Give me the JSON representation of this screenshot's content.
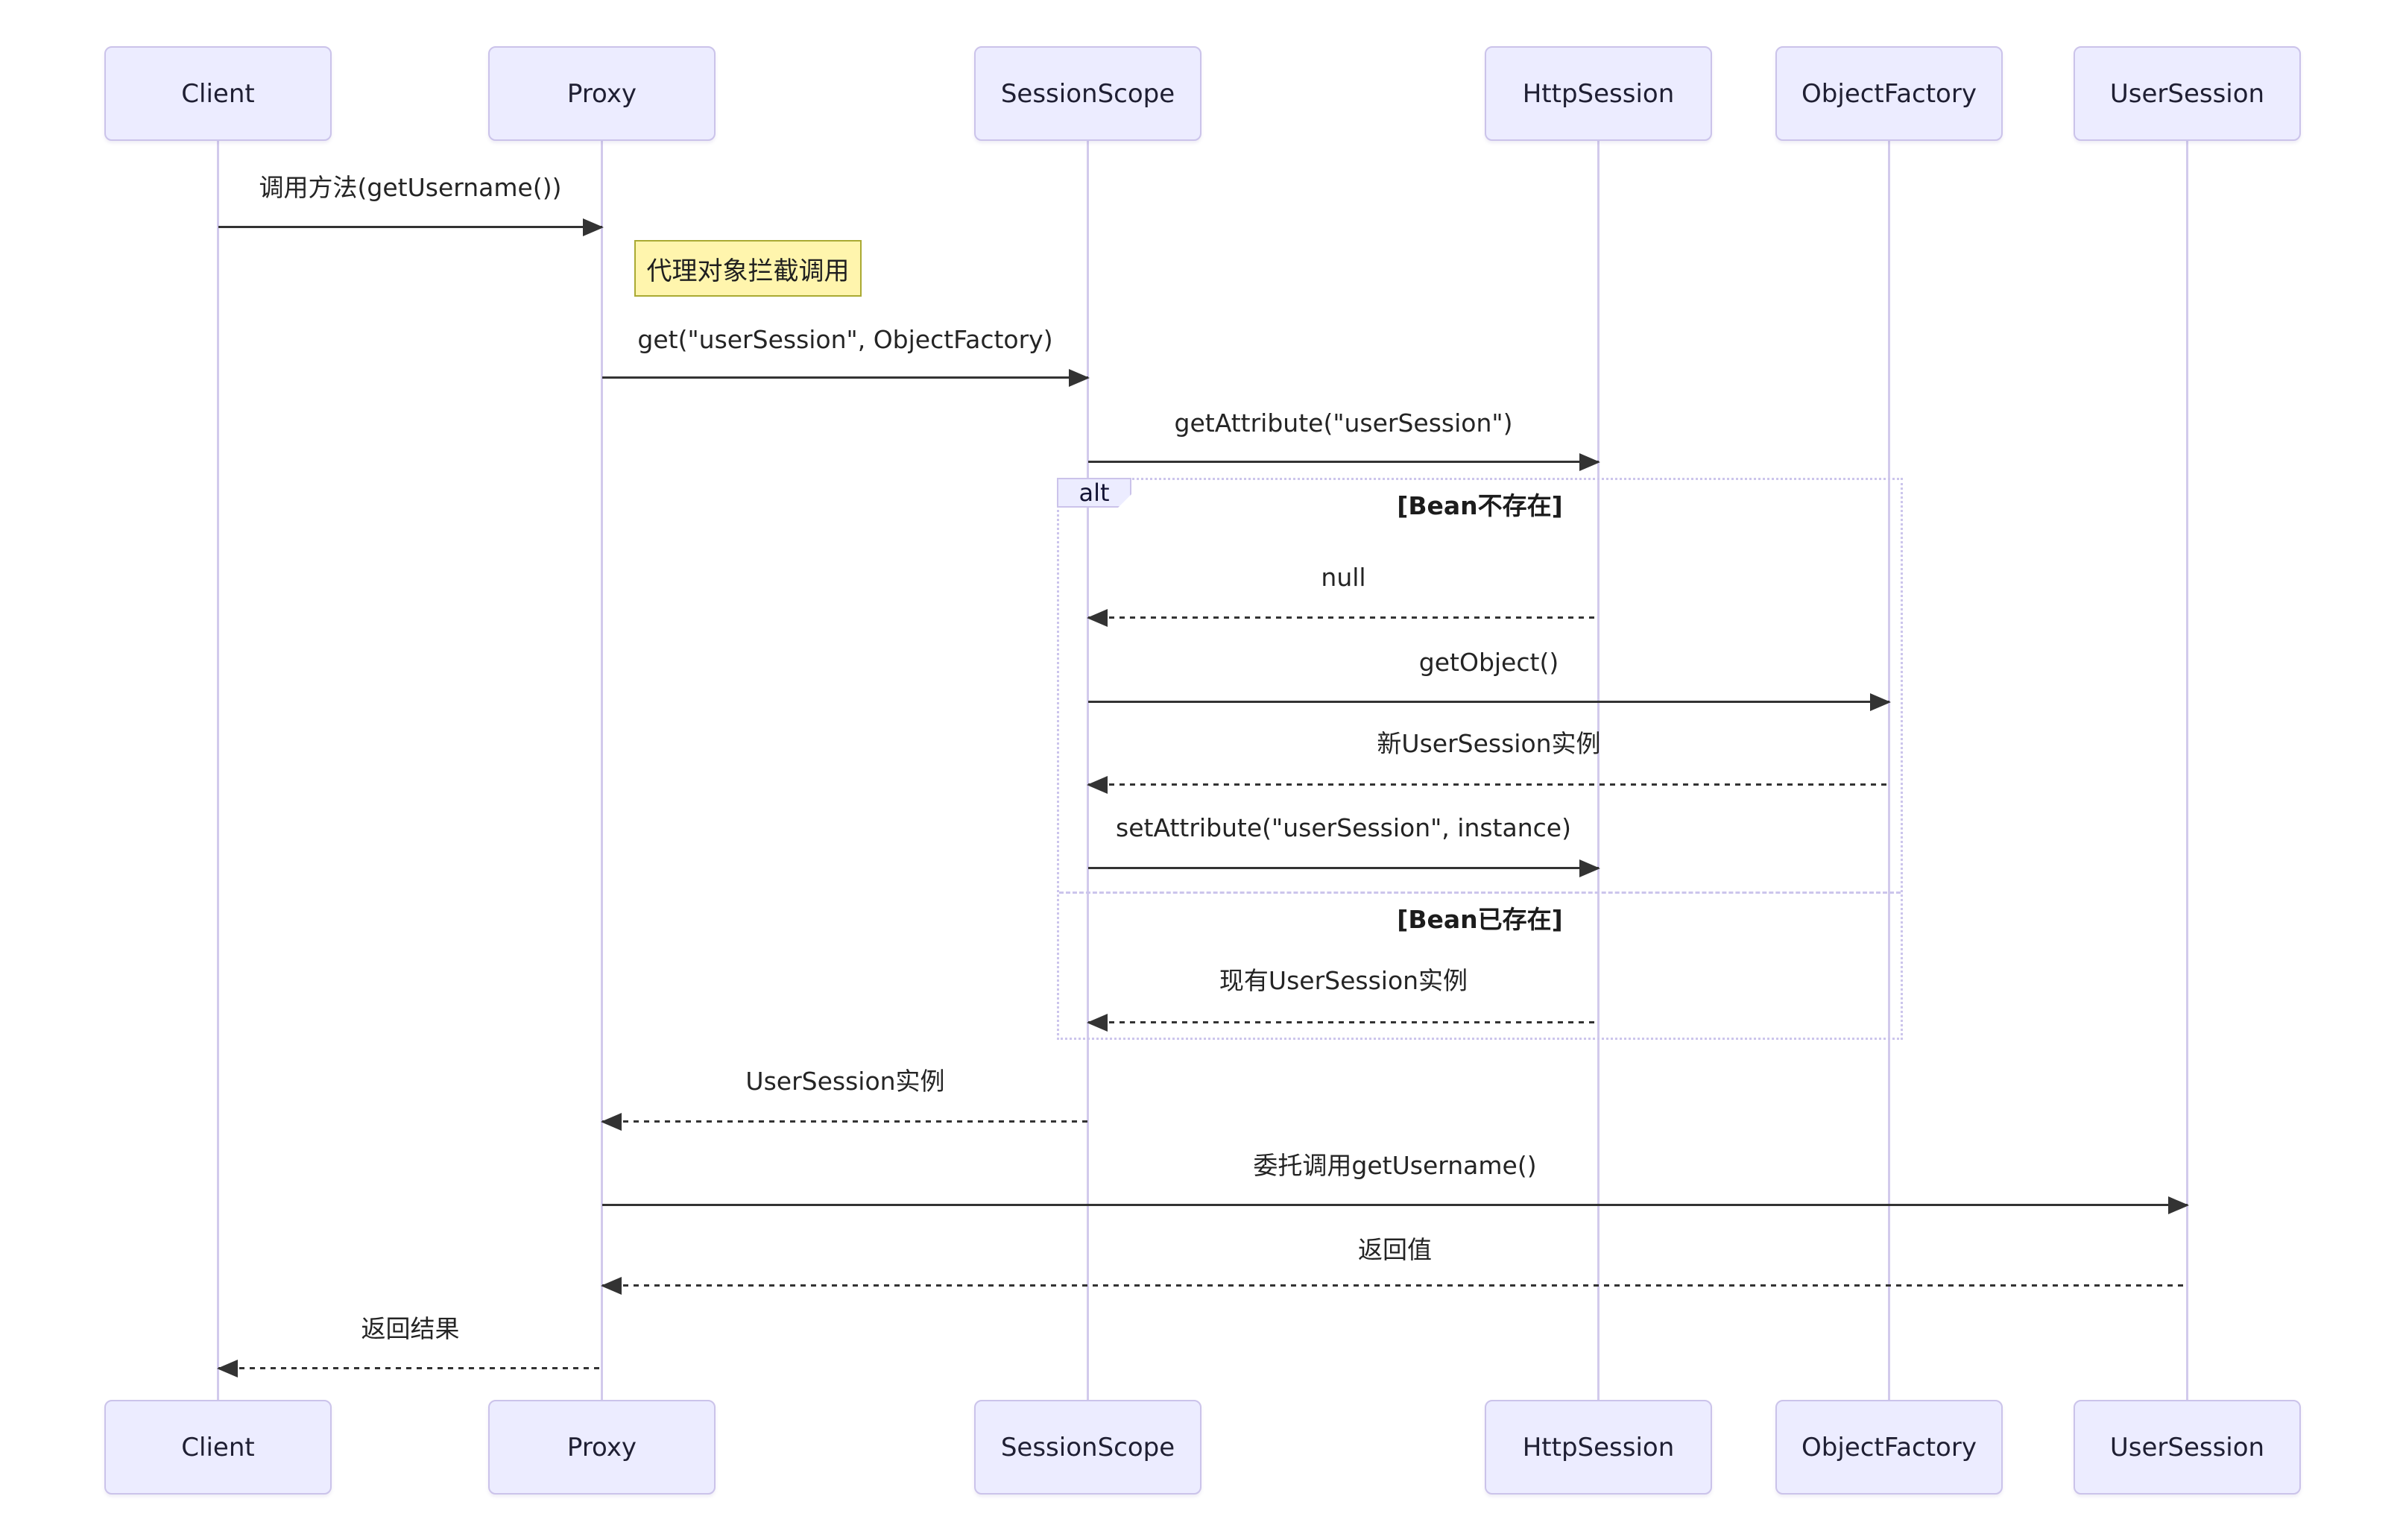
{
  "diagram": {
    "type": "sequence-diagram",
    "actors": [
      {
        "name": "Client"
      },
      {
        "name": "Proxy"
      },
      {
        "name": "SessionScope"
      },
      {
        "name": "HttpSession"
      },
      {
        "name": "ObjectFactory"
      },
      {
        "name": "UserSession"
      }
    ],
    "note": {
      "text": "代理对象拦截调用",
      "attached_to": "Proxy"
    },
    "messages": [
      {
        "label": "调用方法(getUsername())",
        "from": "Client",
        "to": "Proxy",
        "style": "solid"
      },
      {
        "label": "get(\"userSession\", ObjectFactory)",
        "from": "Proxy",
        "to": "SessionScope",
        "style": "solid"
      },
      {
        "label": "getAttribute(\"userSession\")",
        "from": "SessionScope",
        "to": "HttpSession",
        "style": "solid"
      },
      {
        "label": "null",
        "from": "HttpSession",
        "to": "SessionScope",
        "style": "dashed"
      },
      {
        "label": "getObject()",
        "from": "SessionScope",
        "to": "ObjectFactory",
        "style": "solid"
      },
      {
        "label": "新UserSession实例",
        "from": "ObjectFactory",
        "to": "SessionScope",
        "style": "dashed"
      },
      {
        "label": "setAttribute(\"userSession\", instance)",
        "from": "SessionScope",
        "to": "HttpSession",
        "style": "solid"
      },
      {
        "label": "现有UserSession实例",
        "from": "HttpSession",
        "to": "SessionScope",
        "style": "dashed"
      },
      {
        "label": "UserSession实例",
        "from": "SessionScope",
        "to": "Proxy",
        "style": "dashed"
      },
      {
        "label": "委托调用getUsername()",
        "from": "Proxy",
        "to": "UserSession",
        "style": "solid"
      },
      {
        "label": "返回值",
        "from": "UserSession",
        "to": "Proxy",
        "style": "dashed"
      },
      {
        "label": "返回结果",
        "from": "Proxy",
        "to": "Client",
        "style": "dashed"
      }
    ],
    "alt_frame": {
      "operator": "alt",
      "conditions": [
        "[Bean不存在]",
        "[Bean已存在]"
      ]
    },
    "colors": {
      "actor_fill": "#ECECFF",
      "actor_border": "#CBC3EA",
      "lifeline": "#D2CAEC",
      "arrow": "#333333",
      "note_fill": "#FFF5AD",
      "note_border": "#AAAA33",
      "frame_border": "#CCC5EC",
      "background": "#FFFFFF"
    }
  }
}
